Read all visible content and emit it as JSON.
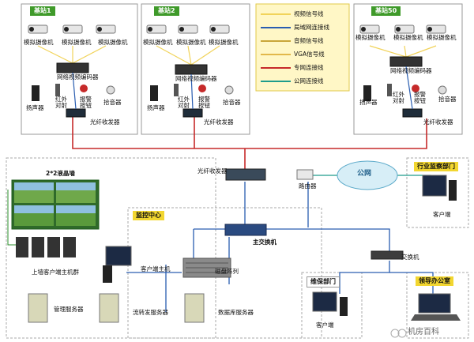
{
  "stations": {
    "s1": {
      "title": "基站1",
      "cam_labels": [
        "模拟摄像机",
        "模拟摄像机",
        "模拟摄像机"
      ],
      "encoder": "网络视频编码器",
      "speaker": "扬声器",
      "ir": "红外\n对射",
      "alarm": "报警\n按钮",
      "mic": "拾音器",
      "fiber": "光纤收发器"
    },
    "s2": {
      "title": "基站2",
      "cam_labels": [
        "模拟摄像机",
        "模拟摄像机",
        "模拟摄像机"
      ],
      "encoder": "网络视频编码器",
      "speaker": "扬声器",
      "ir": "红外\n对射",
      "alarm": "报警\n按钮",
      "mic": "拾音器",
      "fiber": "光纤收发器"
    },
    "s50": {
      "title": "基站50",
      "cam_labels": [
        "模拟摄像机",
        "模拟摄像机",
        "模拟摄像机"
      ],
      "encoder": "网络视频编码器",
      "speaker": "扬声器",
      "ir": "红外\n对射",
      "alarm": "报警\n按钮",
      "mic": "拾音器",
      "fiber": "光纤收发器"
    }
  },
  "legend": [
    {
      "label": "视频信号线",
      "color": "#f1d35a"
    },
    {
      "label": "局域网连接线",
      "color": "#2a5db0"
    },
    {
      "label": "音频信号线",
      "color": "#c9a63a"
    },
    {
      "label": "VGA信号线",
      "color": "#e2b84a"
    },
    {
      "label": "专网连接线",
      "color": "#c62a2a"
    },
    {
      "label": "公网连接线",
      "color": "#1e9c8c"
    }
  ],
  "center": {
    "fiber": "光纤收发器",
    "router": "路由器",
    "cloud": "公网",
    "main_switch": "主交换机",
    "switch": "交换机",
    "monitor_center": "监控中心",
    "wall": "2*2液晶墙",
    "host_group": "上墙客户端主机群",
    "client_host": "客户端主机",
    "disk_array": "磁盘阵列",
    "mgmt_server": "管理服务器",
    "stream_server": "流转发服务器",
    "db_server": "数据库服务器"
  },
  "dept": {
    "industry": "行业监察部门",
    "industry_client": "客户端",
    "maintenance": "维保部门",
    "maintenance_client": "客户端",
    "leader": "领导办公室"
  },
  "watermark": "机房百科"
}
